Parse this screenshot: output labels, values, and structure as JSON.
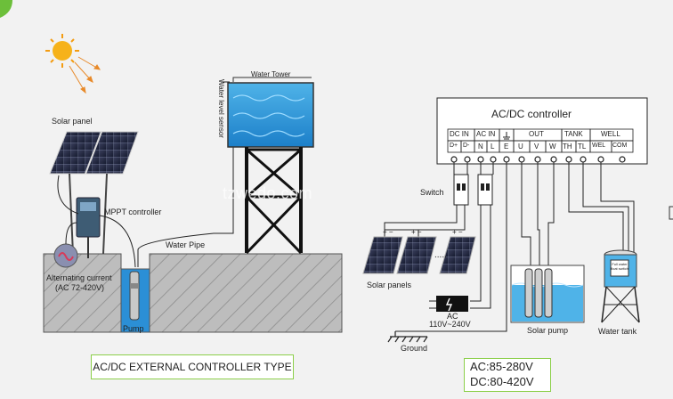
{
  "left": {
    "solar_panel": "Solar panel",
    "mppt": "MPPT controller",
    "water_tower": "Water Tower",
    "level_sensor": "Water level sensor",
    "water_pipe": "Water Pipe",
    "ac_line1": "Alternating current",
    "ac_line2": "(AC 72-420V)",
    "pump": "Pump",
    "caption": "AC/DC EXTERNAL CONTROLLER TYPE"
  },
  "controller": {
    "title": "AC/DC controller",
    "groups": [
      "DC IN",
      "AC IN",
      "OUT",
      "TANK",
      "WELL"
    ],
    "terminals": [
      "D+",
      "D-",
      "N",
      "L",
      "E",
      "U",
      "V",
      "W",
      "TH",
      "TL",
      "WEL",
      "COM"
    ]
  },
  "right": {
    "switch": "Switch",
    "solar_panels": "Solar panels",
    "ac": "AC",
    "ac_range": "110V~240V",
    "ground": "Ground",
    "solar_pump": "Solar pump",
    "water_tank": "Water tank",
    "float_switch": "Full water float switch",
    "spec_ac": "AC:85-280V",
    "spec_dc": "DC:80-420V"
  },
  "watermark": "tzwedo.com"
}
